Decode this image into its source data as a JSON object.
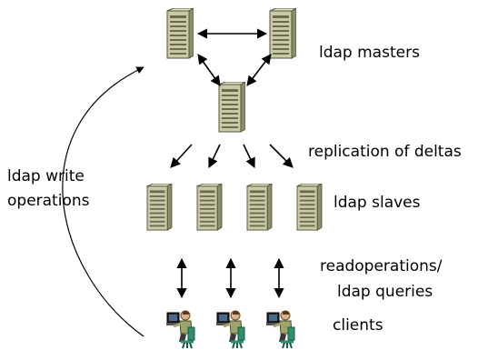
{
  "labels": {
    "masters": "ldap masters",
    "replication": "replication of deltas",
    "slaves": "ldap slaves",
    "read_line1": "readoperations/",
    "read_line2": "ldap queries",
    "clients": "clients",
    "write_line1": "ldap write",
    "write_line2": "operations"
  },
  "icons": {
    "server": "server-tower-icon",
    "client": "user-at-workstation-icon"
  },
  "colors": {
    "server_body": "#c9c9a8",
    "server_dark": "#6b6b4a",
    "client_shirt": "#9fa46a",
    "chair": "#2f8f6e",
    "lines": "#000000"
  },
  "nodes": {
    "master_count": 3,
    "slave_count": 4,
    "client_count": 3
  }
}
